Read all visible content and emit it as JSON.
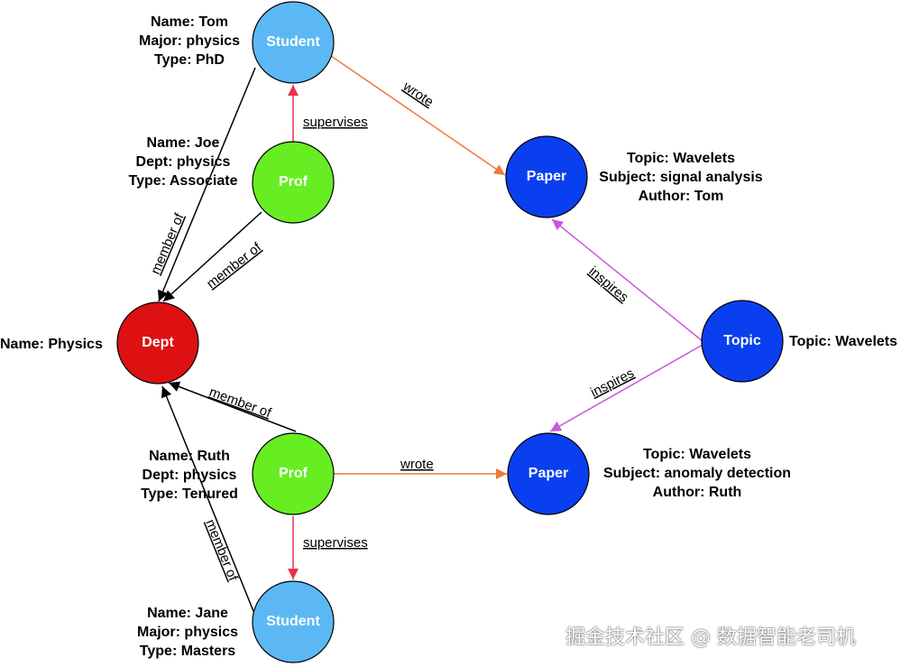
{
  "colors": {
    "student": "#5bb8f5",
    "prof": "#66ee22",
    "dept": "#dd1111",
    "paper": "#0a3ff0",
    "topic": "#0a3ff0",
    "edge_black": "#000000",
    "edge_red": "#e8334a",
    "edge_orange": "#ee7a3a",
    "edge_magenta": "#cc55dd"
  },
  "nodes": {
    "student_top": {
      "label": "Student",
      "props": [
        "Name: Tom",
        "Major: physics",
        "Type: PhD"
      ]
    },
    "prof_top": {
      "label": "Prof",
      "props": [
        "Name: Joe",
        "Dept: physics",
        "Type: Associate"
      ]
    },
    "dept": {
      "label": "Dept",
      "props": [
        "Name: Physics"
      ]
    },
    "prof_bottom": {
      "label": "Prof",
      "props": [
        "Name: Ruth",
        "Dept: physics",
        "Type: Tenured"
      ]
    },
    "student_bottom": {
      "label": "Student",
      "props": [
        "Name: Jane",
        "Major: physics",
        "Type: Masters"
      ]
    },
    "paper_top": {
      "label": "Paper",
      "props": [
        "Topic: Wavelets",
        "Subject: signal analysis",
        "Author: Tom"
      ]
    },
    "paper_bottom": {
      "label": "Paper",
      "props": [
        "Topic: Wavelets",
        "Subject: anomaly detection",
        "Author: Ruth"
      ]
    },
    "topic": {
      "label": "Topic",
      "props": [
        "Topic: Wavelets"
      ]
    }
  },
  "edges": {
    "supervises_top": "supervises",
    "wrote_top": "wrote",
    "member_of_student_top": "member of",
    "member_of_prof_top": "member of",
    "member_of_prof_bottom": "member of",
    "member_of_student_bottom": "member of",
    "wrote_bottom": "wrote",
    "supervises_bottom": "supervises",
    "inspires_top": "inspires",
    "inspires_bottom": "inspires"
  },
  "watermark": "掘金技术社区 @ 数据智能老司机"
}
